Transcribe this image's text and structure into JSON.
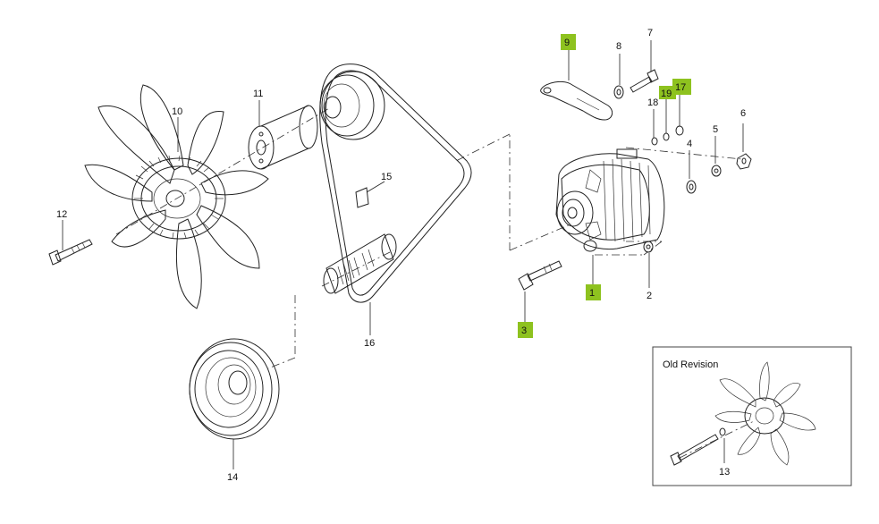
{
  "callouts": [
    {
      "id": "c1",
      "text": "1",
      "highlighted": true
    },
    {
      "id": "c2",
      "text": "2",
      "highlighted": false
    },
    {
      "id": "c3",
      "text": "3",
      "highlighted": true
    },
    {
      "id": "c4",
      "text": "4",
      "highlighted": false
    },
    {
      "id": "c5",
      "text": "5",
      "highlighted": false
    },
    {
      "id": "c6",
      "text": "6",
      "highlighted": false
    },
    {
      "id": "c7",
      "text": "7",
      "highlighted": false
    },
    {
      "id": "c8",
      "text": "8",
      "highlighted": false
    },
    {
      "id": "c9",
      "text": "9",
      "highlighted": true
    },
    {
      "id": "c10",
      "text": "10",
      "highlighted": false
    },
    {
      "id": "c11",
      "text": "11",
      "highlighted": false
    },
    {
      "id": "c12",
      "text": "12",
      "highlighted": false
    },
    {
      "id": "c13",
      "text": "13",
      "highlighted": false
    },
    {
      "id": "c14",
      "text": "14",
      "highlighted": false
    },
    {
      "id": "c15",
      "text": "15",
      "highlighted": false
    },
    {
      "id": "c16",
      "text": "16",
      "highlighted": false
    },
    {
      "id": "c17",
      "text": "17",
      "highlighted": true
    },
    {
      "id": "c18",
      "text": "18",
      "highlighted": false
    },
    {
      "id": "c19",
      "text": "19",
      "highlighted": true
    }
  ],
  "inset": {
    "title": "Old Revision"
  },
  "colors": {
    "highlight": "#8ec21f",
    "line": "#222222",
    "background": "#ffffff"
  }
}
